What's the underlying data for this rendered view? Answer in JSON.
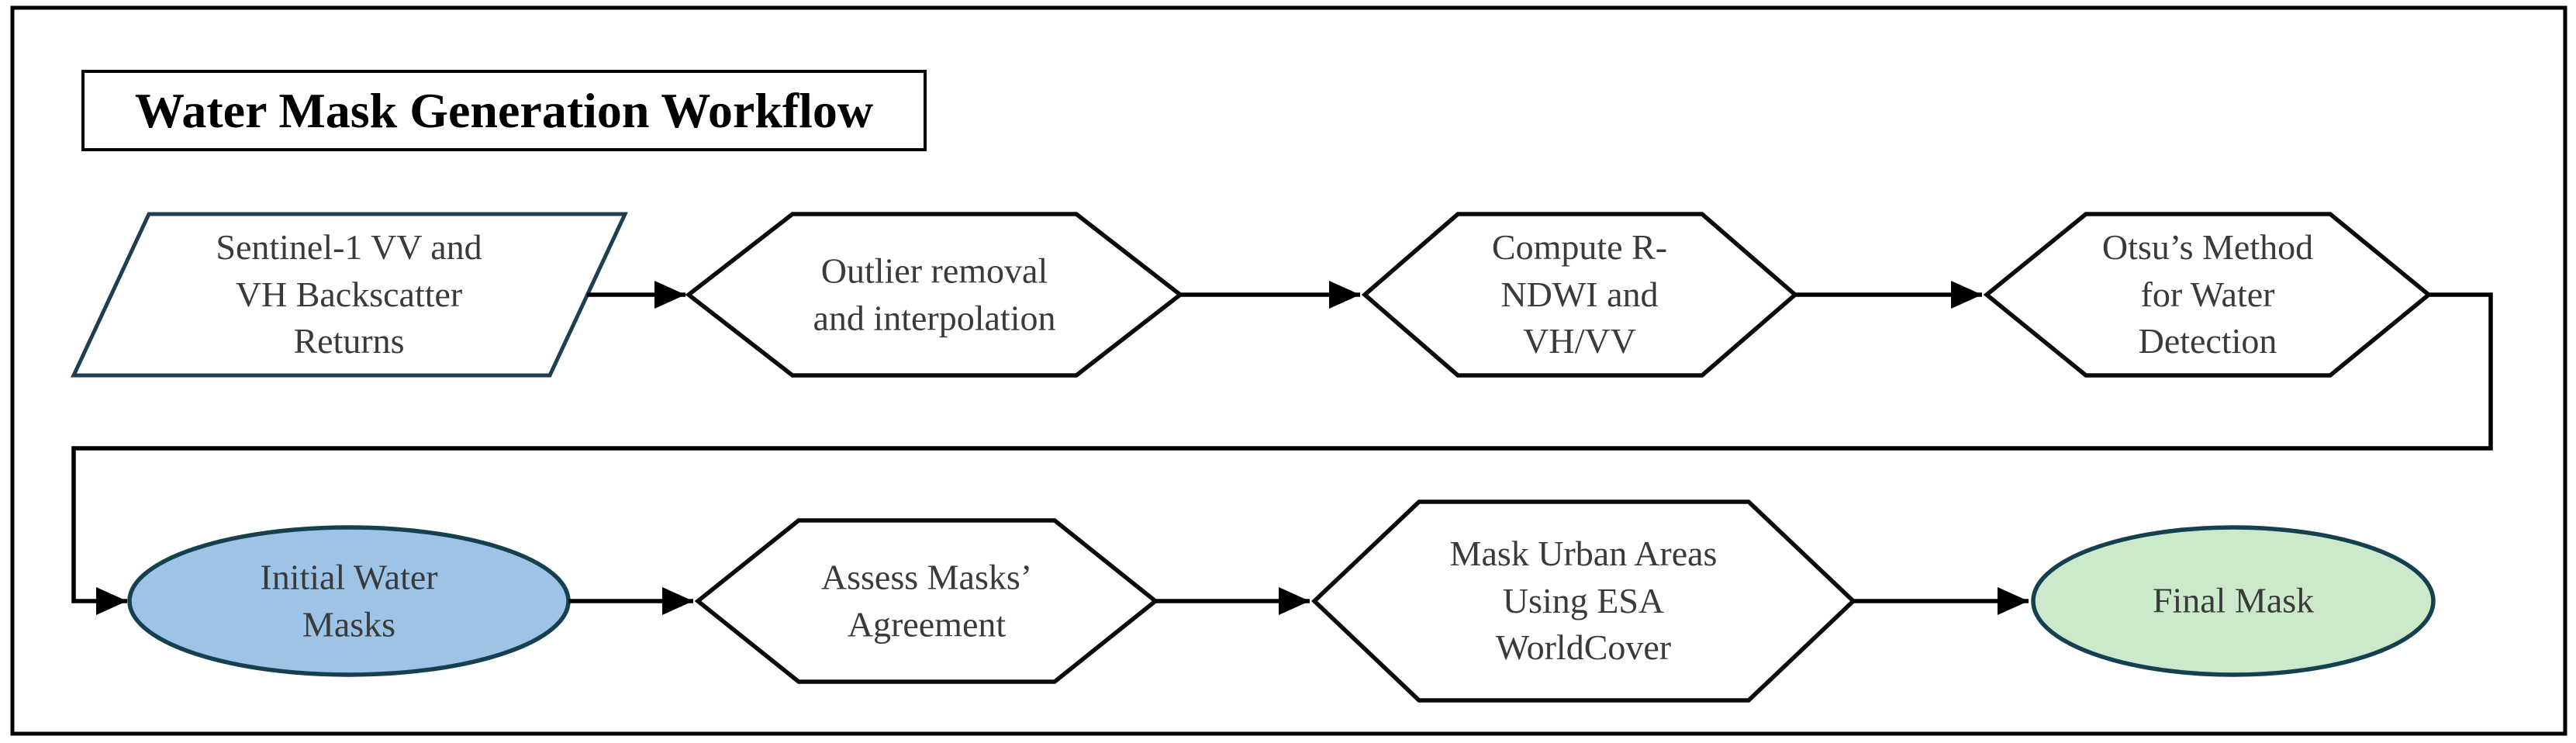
{
  "figure": {
    "title": "Water Mask Generation Workflow"
  },
  "colors": {
    "frame_stroke": "#000000",
    "connector": "#000000",
    "hexagon_stroke": "#0b0b0b",
    "parallelogram_stroke": "#1f3e52",
    "ellipse_stroke": "#14404f",
    "shape_fill": "#ffffff",
    "initial_mask_fill": "#9dc3e6",
    "final_mask_fill": "#cde9cb",
    "node_text": "#3a3a3a"
  },
  "nodes": {
    "sentinel_input": {
      "shape": "parallelogram",
      "label": "Sentinel-1 VV and\nVH Backscatter\nReturns"
    },
    "outlier_removal": {
      "shape": "hexagon",
      "label": "Outlier removal\nand interpolation"
    },
    "compute_rndwi": {
      "shape": "hexagon",
      "label": "Compute R-\nNDWI and\nVH/VV"
    },
    "otsu_method": {
      "shape": "hexagon",
      "label": "Otsu’s Method\nfor Water\nDetection"
    },
    "initial_water_masks": {
      "shape": "ellipse",
      "label": "Initial Water\nMasks"
    },
    "assess_agreement": {
      "shape": "hexagon",
      "label": "Assess Masks’\nAgreement"
    },
    "mask_urban": {
      "shape": "hexagon",
      "label": "Mask Urban Areas\nUsing ESA\nWorldCover"
    },
    "final_mask": {
      "shape": "ellipse",
      "label": "Final Mask"
    }
  }
}
